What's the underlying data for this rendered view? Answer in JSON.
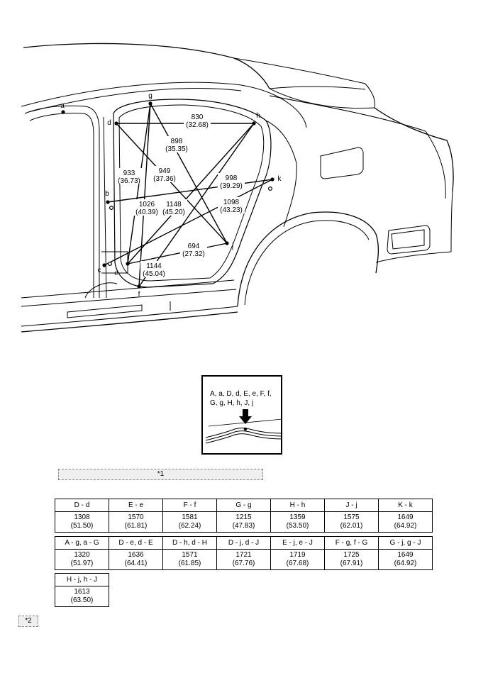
{
  "points": {
    "a": "a",
    "b": "b",
    "c": "c",
    "d": "d",
    "e": "e",
    "f": "f",
    "g": "g",
    "h": "h",
    "j": "j",
    "k": "k"
  },
  "dimensions": [
    {
      "id": "d-h",
      "mm": "830",
      "in": "(32.68)"
    },
    {
      "id": "g-j",
      "mm": "898",
      "in": "(35.35)"
    },
    {
      "id": "g-e",
      "mm": "933",
      "in": "(36.73)"
    },
    {
      "id": "d-j",
      "mm": "949",
      "in": "(37.36)"
    },
    {
      "id": "b-k",
      "mm": "998",
      "in": "(39.29)"
    },
    {
      "id": "g-f",
      "mm": "1026",
      "in": "(40.39)"
    },
    {
      "id": "h-e",
      "mm": "1148",
      "in": "(45.20)"
    },
    {
      "id": "k-c",
      "mm": "1098",
      "in": "(43.23)"
    },
    {
      "id": "j-e",
      "mm": "694",
      "in": "(27.32)"
    },
    {
      "id": "h-f",
      "mm": "1144",
      "in": "(45.04)"
    }
  ],
  "detail": {
    "label": "A, a, D, d, E, e, F, f, G, g, H, h, J, j"
  },
  "ref_labels": {
    "ref1": "*1",
    "ref2": "*2"
  },
  "table1": [
    {
      "pair": "D - d",
      "mm": "1308",
      "in": "(51.50)"
    },
    {
      "pair": "E - e",
      "mm": "1570",
      "in": "(61.81)"
    },
    {
      "pair": "F - f",
      "mm": "1581",
      "in": "(62.24)"
    },
    {
      "pair": "G - g",
      "mm": "1215",
      "in": "(47.83)"
    },
    {
      "pair": "H - h",
      "mm": "1359",
      "in": "(53.50)"
    },
    {
      "pair": "J - j",
      "mm": "1575",
      "in": "(62.01)"
    },
    {
      "pair": "K - k",
      "mm": "1649",
      "in": "(64.92)"
    }
  ],
  "table2": [
    {
      "pair": "A - g, a - G",
      "mm": "1320",
      "in": "(51.97)"
    },
    {
      "pair": "D - e, d - E",
      "mm": "1636",
      "in": "(64.41)"
    },
    {
      "pair": "D - h, d - H",
      "mm": "1571",
      "in": "(61.85)"
    },
    {
      "pair": "D - j, d - J",
      "mm": "1721",
      "in": "(67.76)"
    },
    {
      "pair": "E - j, e - J",
      "mm": "1719",
      "in": "(67.68)"
    },
    {
      "pair": "F - g, f - G",
      "mm": "1725",
      "in": "(67.91)"
    },
    {
      "pair": "G - j, g - J",
      "mm": "1649",
      "in": "(64.92)"
    }
  ],
  "table3": [
    {
      "pair": "H - j, h - J",
      "mm": "1613",
      "in": "(63.50)"
    }
  ]
}
